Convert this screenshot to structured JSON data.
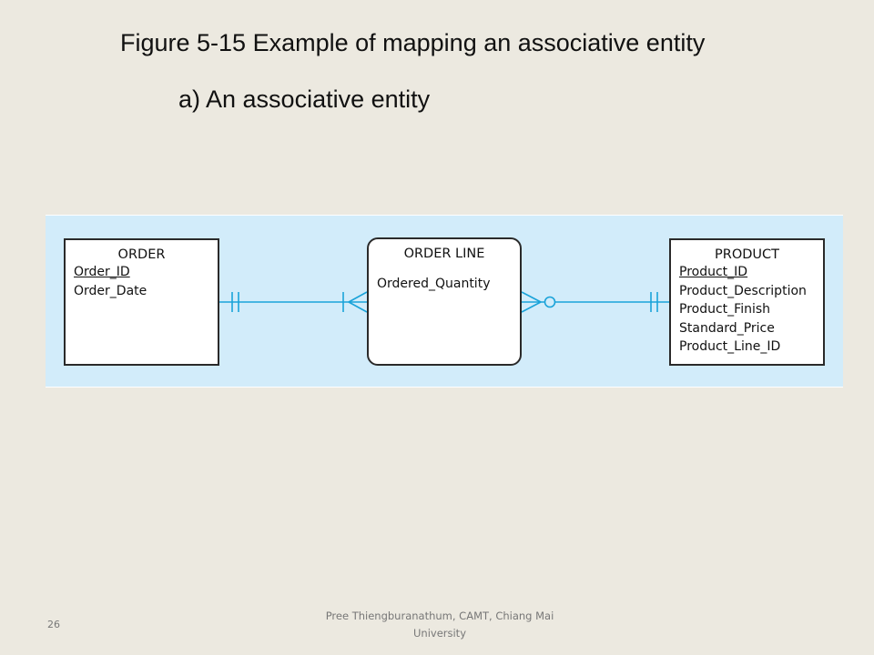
{
  "slide": {
    "title": "Figure 5-15 Example of mapping an associative entity",
    "subtitle": "a) An associative entity",
    "page_number": "26",
    "footer": "Pree Thiengburanathum, CAMT, Chiang Mai University"
  },
  "diagram": {
    "line_color": "#1aa3d9",
    "panel_color": "#d2ecfa",
    "entities": [
      {
        "name": "ORDER",
        "attributes": [
          {
            "label": "Order_ID",
            "key": true
          },
          {
            "label": "Order_Date",
            "key": false
          }
        ]
      },
      {
        "name": "ORDER LINE",
        "attributes": [
          {
            "label": "Ordered_Quantity",
            "key": false
          }
        ]
      },
      {
        "name": "PRODUCT",
        "attributes": [
          {
            "label": "Product_ID",
            "key": true
          },
          {
            "label": "Product_Description",
            "key": false
          },
          {
            "label": "Product_Finish",
            "key": false
          },
          {
            "label": "Standard_Price",
            "key": false
          },
          {
            "label": "Product_Line_ID",
            "key": false
          }
        ]
      }
    ],
    "relationships": [
      {
        "from": "ORDER",
        "to": "ORDER LINE",
        "from_cardinality": "one-and-only-one",
        "to_cardinality": "one-or-many"
      },
      {
        "from": "ORDER LINE",
        "to": "PRODUCT",
        "from_cardinality": "zero-or-many",
        "to_cardinality": "one-and-only-one"
      }
    ]
  }
}
